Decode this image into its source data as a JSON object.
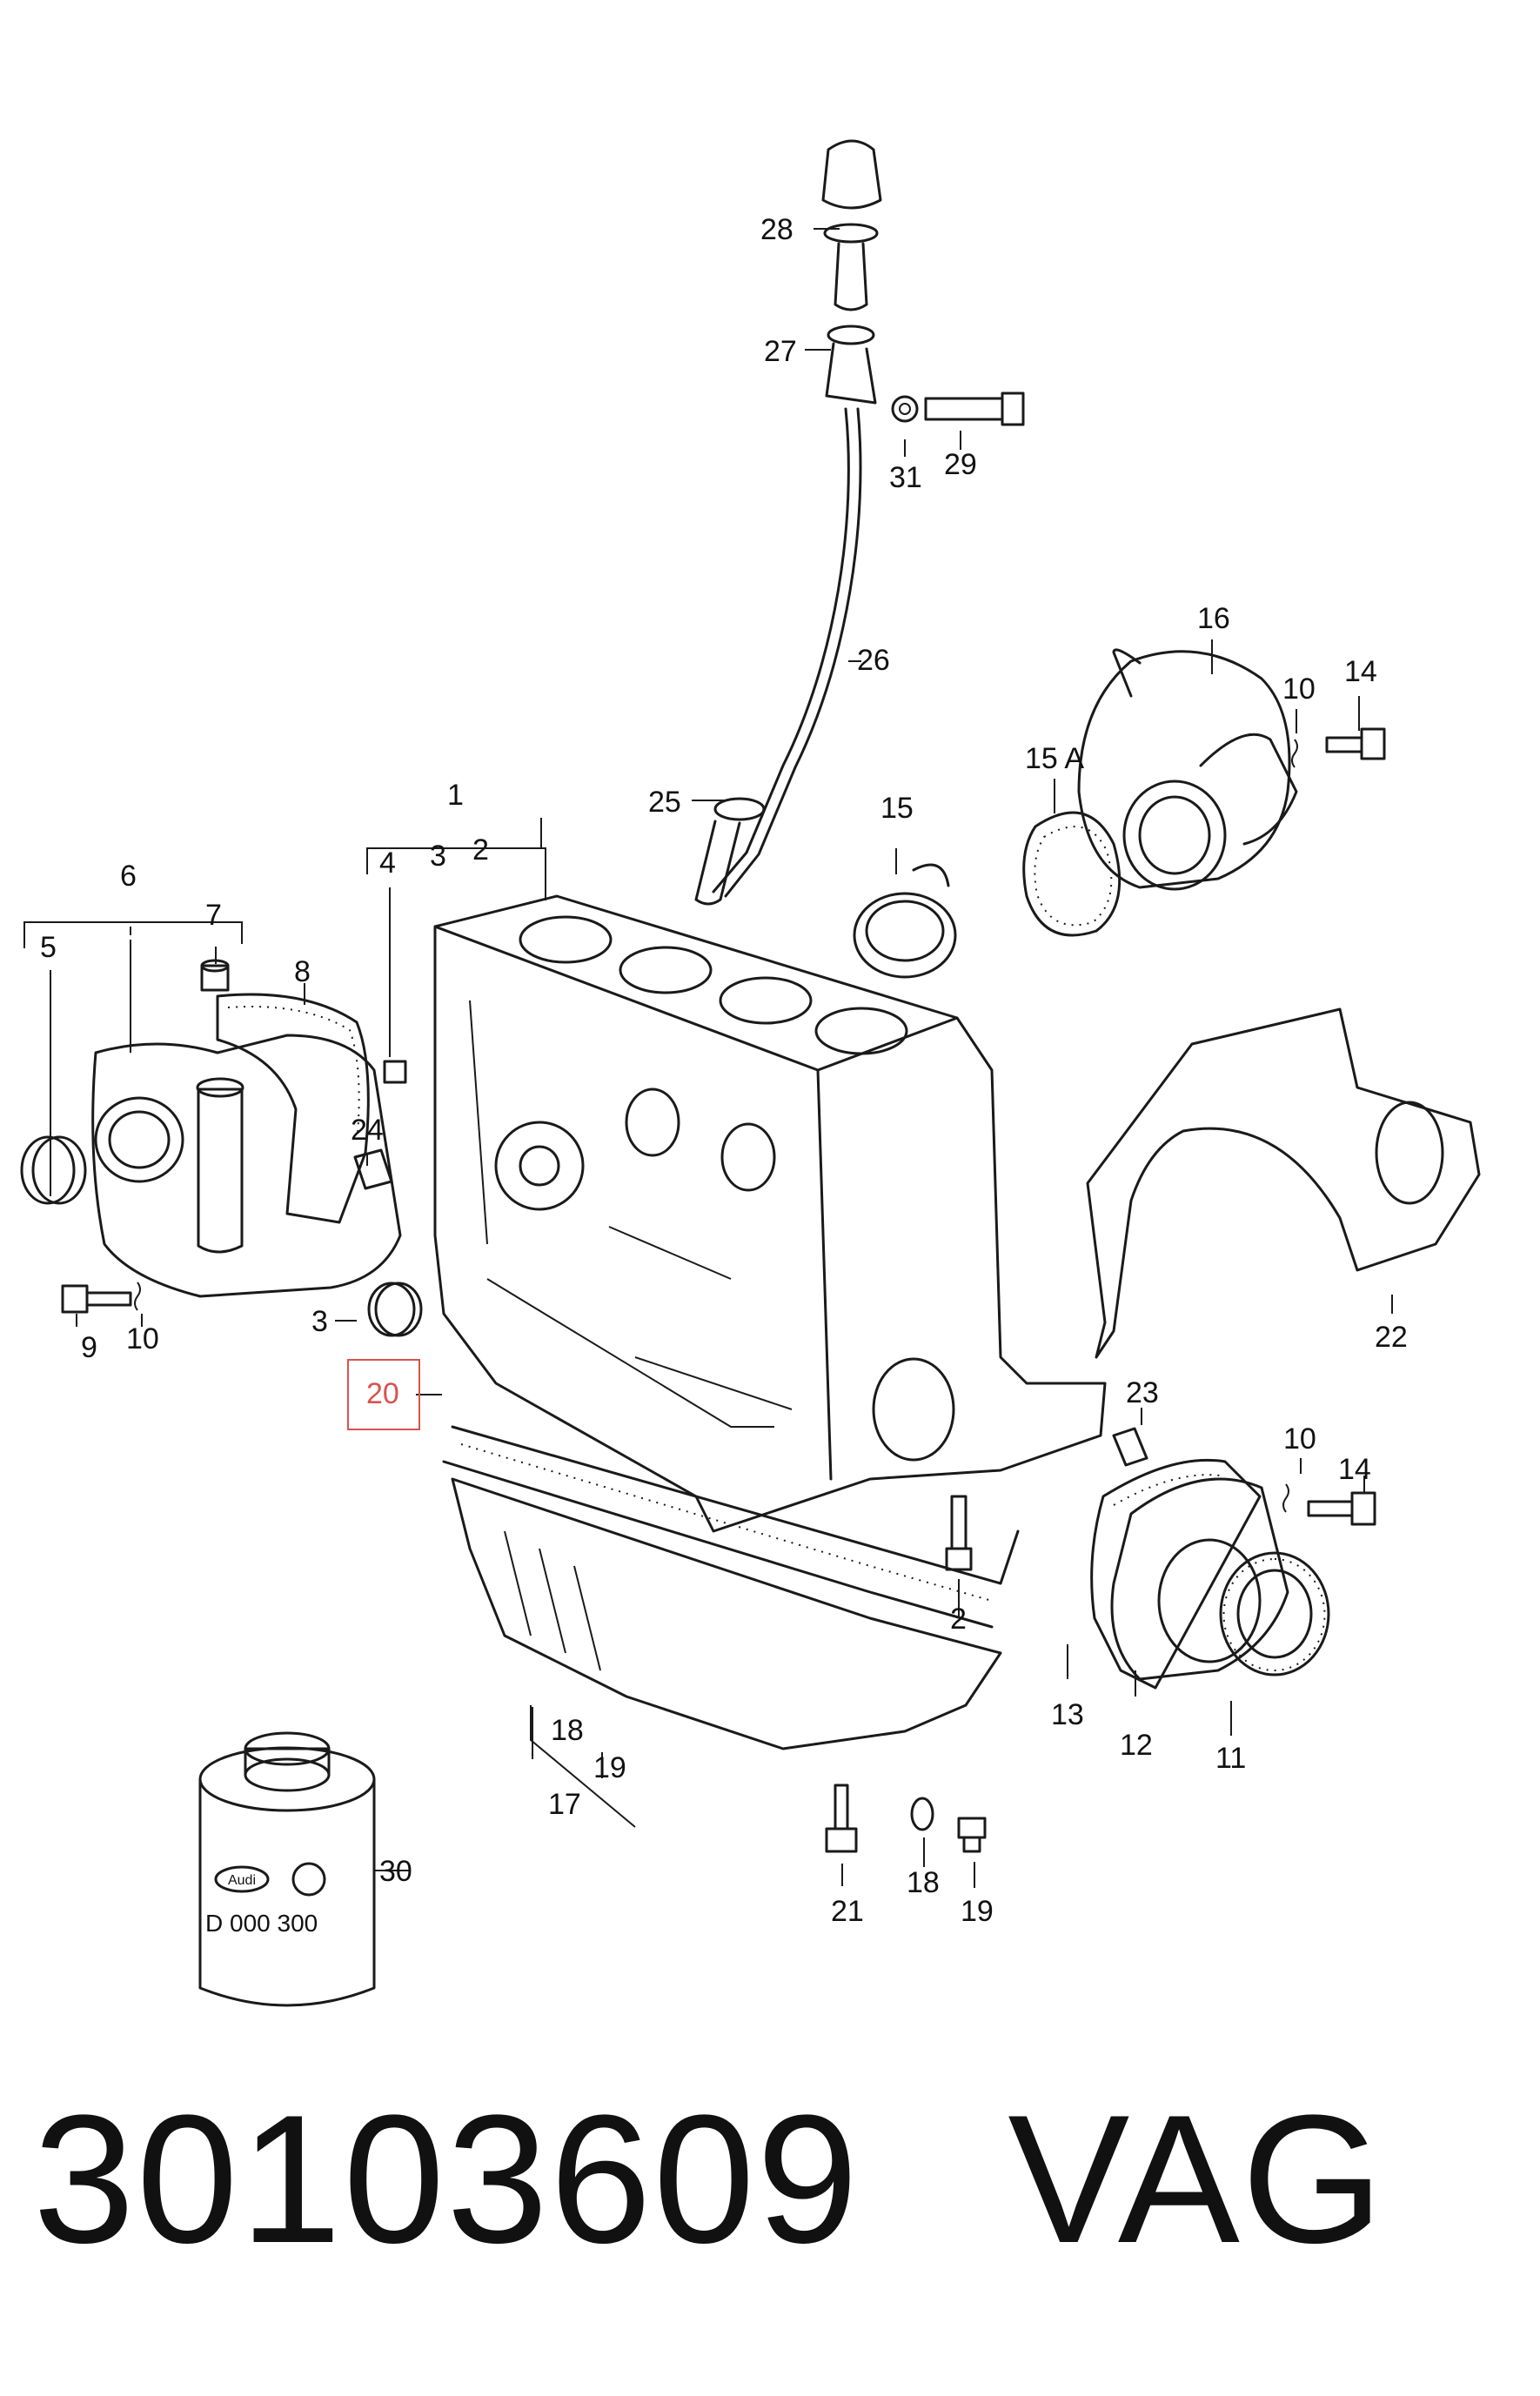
{
  "diagram": {
    "callouts": [
      "28",
      "27",
      "31",
      "29",
      "26",
      "16",
      "10",
      "14",
      "15 A",
      "25",
      "15",
      "1",
      "4",
      "3",
      "2",
      "6",
      "5",
      "7",
      "8",
      "24",
      "22",
      "3",
      "9",
      "10",
      "20",
      "23",
      "10",
      "14",
      "2",
      "13",
      "12",
      "11",
      "18",
      "19",
      "17",
      "21",
      "18",
      "19",
      "30"
    ],
    "highlighted_callout": "20",
    "highlight_color": "#d9534f",
    "can_label": {
      "logo_left": "Audi",
      "code": "D 000 300"
    }
  },
  "caption": {
    "part_number": "30103609",
    "brand": "VAG"
  }
}
